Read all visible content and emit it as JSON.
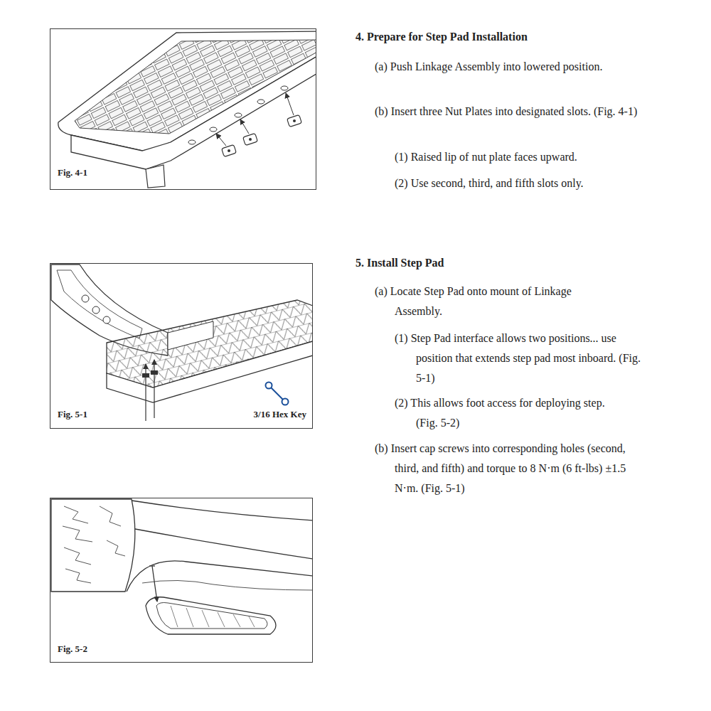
{
  "diagram": {
    "nodes": [
      {
        "text": [
          "Fig. 4-1"
        ]
      },
      {
        "text": [
          "Fig. 5-1",
          "3/16 Hex Key"
        ]
      },
      {
        "text": [
          "Fig. 5-2"
        ]
      }
    ],
    "labels": [
      "4. Prepare for Step Pad Installation",
      "(a) Push Linkage Assembly into lowered position.",
      "(b) Insert three Nut Plates into designated slots. (Fig. 4-1)",
      "(1) Raised lip of nut plate faces upward.",
      "(2) Use second, third, and fifth slots only.",
      "5. Install Step Pad",
      "(a) Locate Step Pad onto mount of Linkage Assembly.",
      "(1) Step Pad interface allows two positions... use position that extends step pad most inboard. (Fig. 5-1)",
      "(2) This allows foot access for deploying step. (Fig. 5-2)",
      "(b) Insert cap screws into corresponding holes (second, third, and fifth) and torque to 8 N·m (6 ft-lbs) ±1.5 N·m. (Fig. 5-1)"
    ]
  }
}
